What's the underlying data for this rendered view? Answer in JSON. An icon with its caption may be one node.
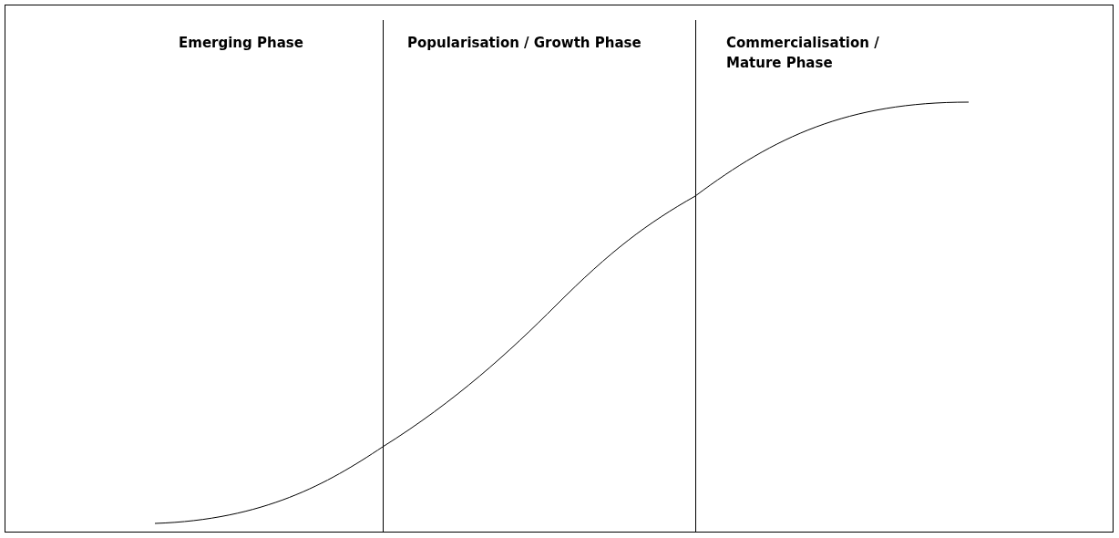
{
  "diagram": {
    "labels": [
      "Emerging Phase",
      "Popularisation / Growth Phase",
      "Commercialisation / Mature Phase"
    ]
  }
}
